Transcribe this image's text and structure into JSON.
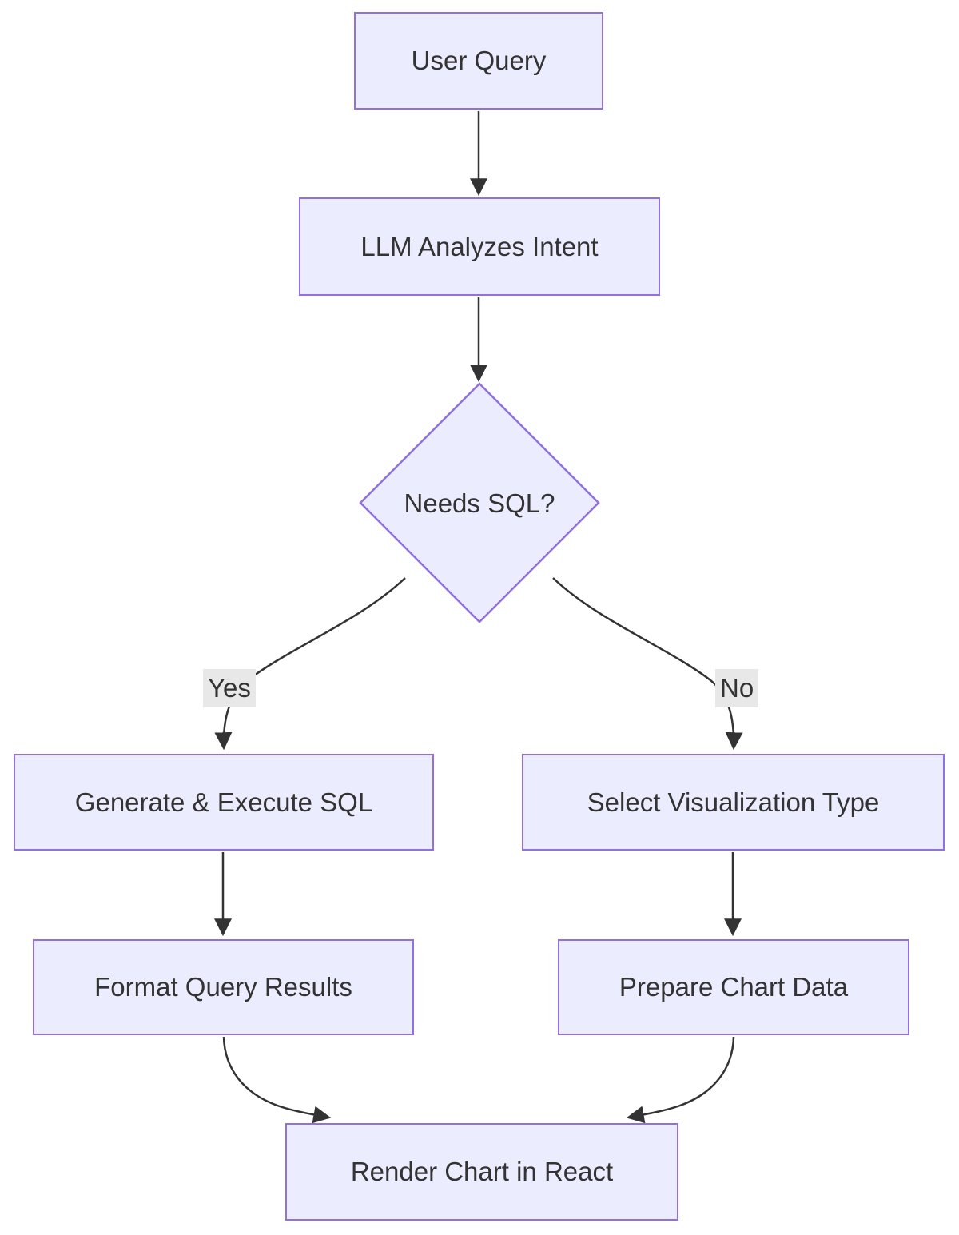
{
  "diagram": {
    "type": "flowchart",
    "direction": "top-down",
    "colors": {
      "background": "#ffffff",
      "node_fill": "#ECECFF",
      "node_border": "#9370DB",
      "edge_stroke": "#333333",
      "text": "#333333",
      "edge_label_bg": "#e8e8e8"
    },
    "nodes": {
      "user_query": {
        "label": "User Query",
        "shape": "rect"
      },
      "llm_intent": {
        "label": "LLM Analyzes Intent",
        "shape": "rect"
      },
      "needs_sql": {
        "label": "Needs SQL?",
        "shape": "diamond"
      },
      "generate_sql": {
        "label": "Generate & Execute SQL",
        "shape": "rect"
      },
      "select_viz": {
        "label": "Select Visualization Type",
        "shape": "rect"
      },
      "format_results": {
        "label": "Format Query Results",
        "shape": "rect"
      },
      "prepare_chart": {
        "label": "Prepare Chart Data",
        "shape": "rect"
      },
      "render_chart": {
        "label": "Render Chart in React",
        "shape": "rect"
      }
    },
    "edge_labels": {
      "yes": "Yes",
      "no": "No"
    },
    "edges": [
      {
        "from": "user_query",
        "to": "llm_intent",
        "label": ""
      },
      {
        "from": "llm_intent",
        "to": "needs_sql",
        "label": ""
      },
      {
        "from": "needs_sql",
        "to": "generate_sql",
        "label": "Yes"
      },
      {
        "from": "needs_sql",
        "to": "select_viz",
        "label": "No"
      },
      {
        "from": "generate_sql",
        "to": "format_results",
        "label": ""
      },
      {
        "from": "select_viz",
        "to": "prepare_chart",
        "label": ""
      },
      {
        "from": "format_results",
        "to": "render_chart",
        "label": ""
      },
      {
        "from": "prepare_chart",
        "to": "render_chart",
        "label": ""
      }
    ]
  }
}
